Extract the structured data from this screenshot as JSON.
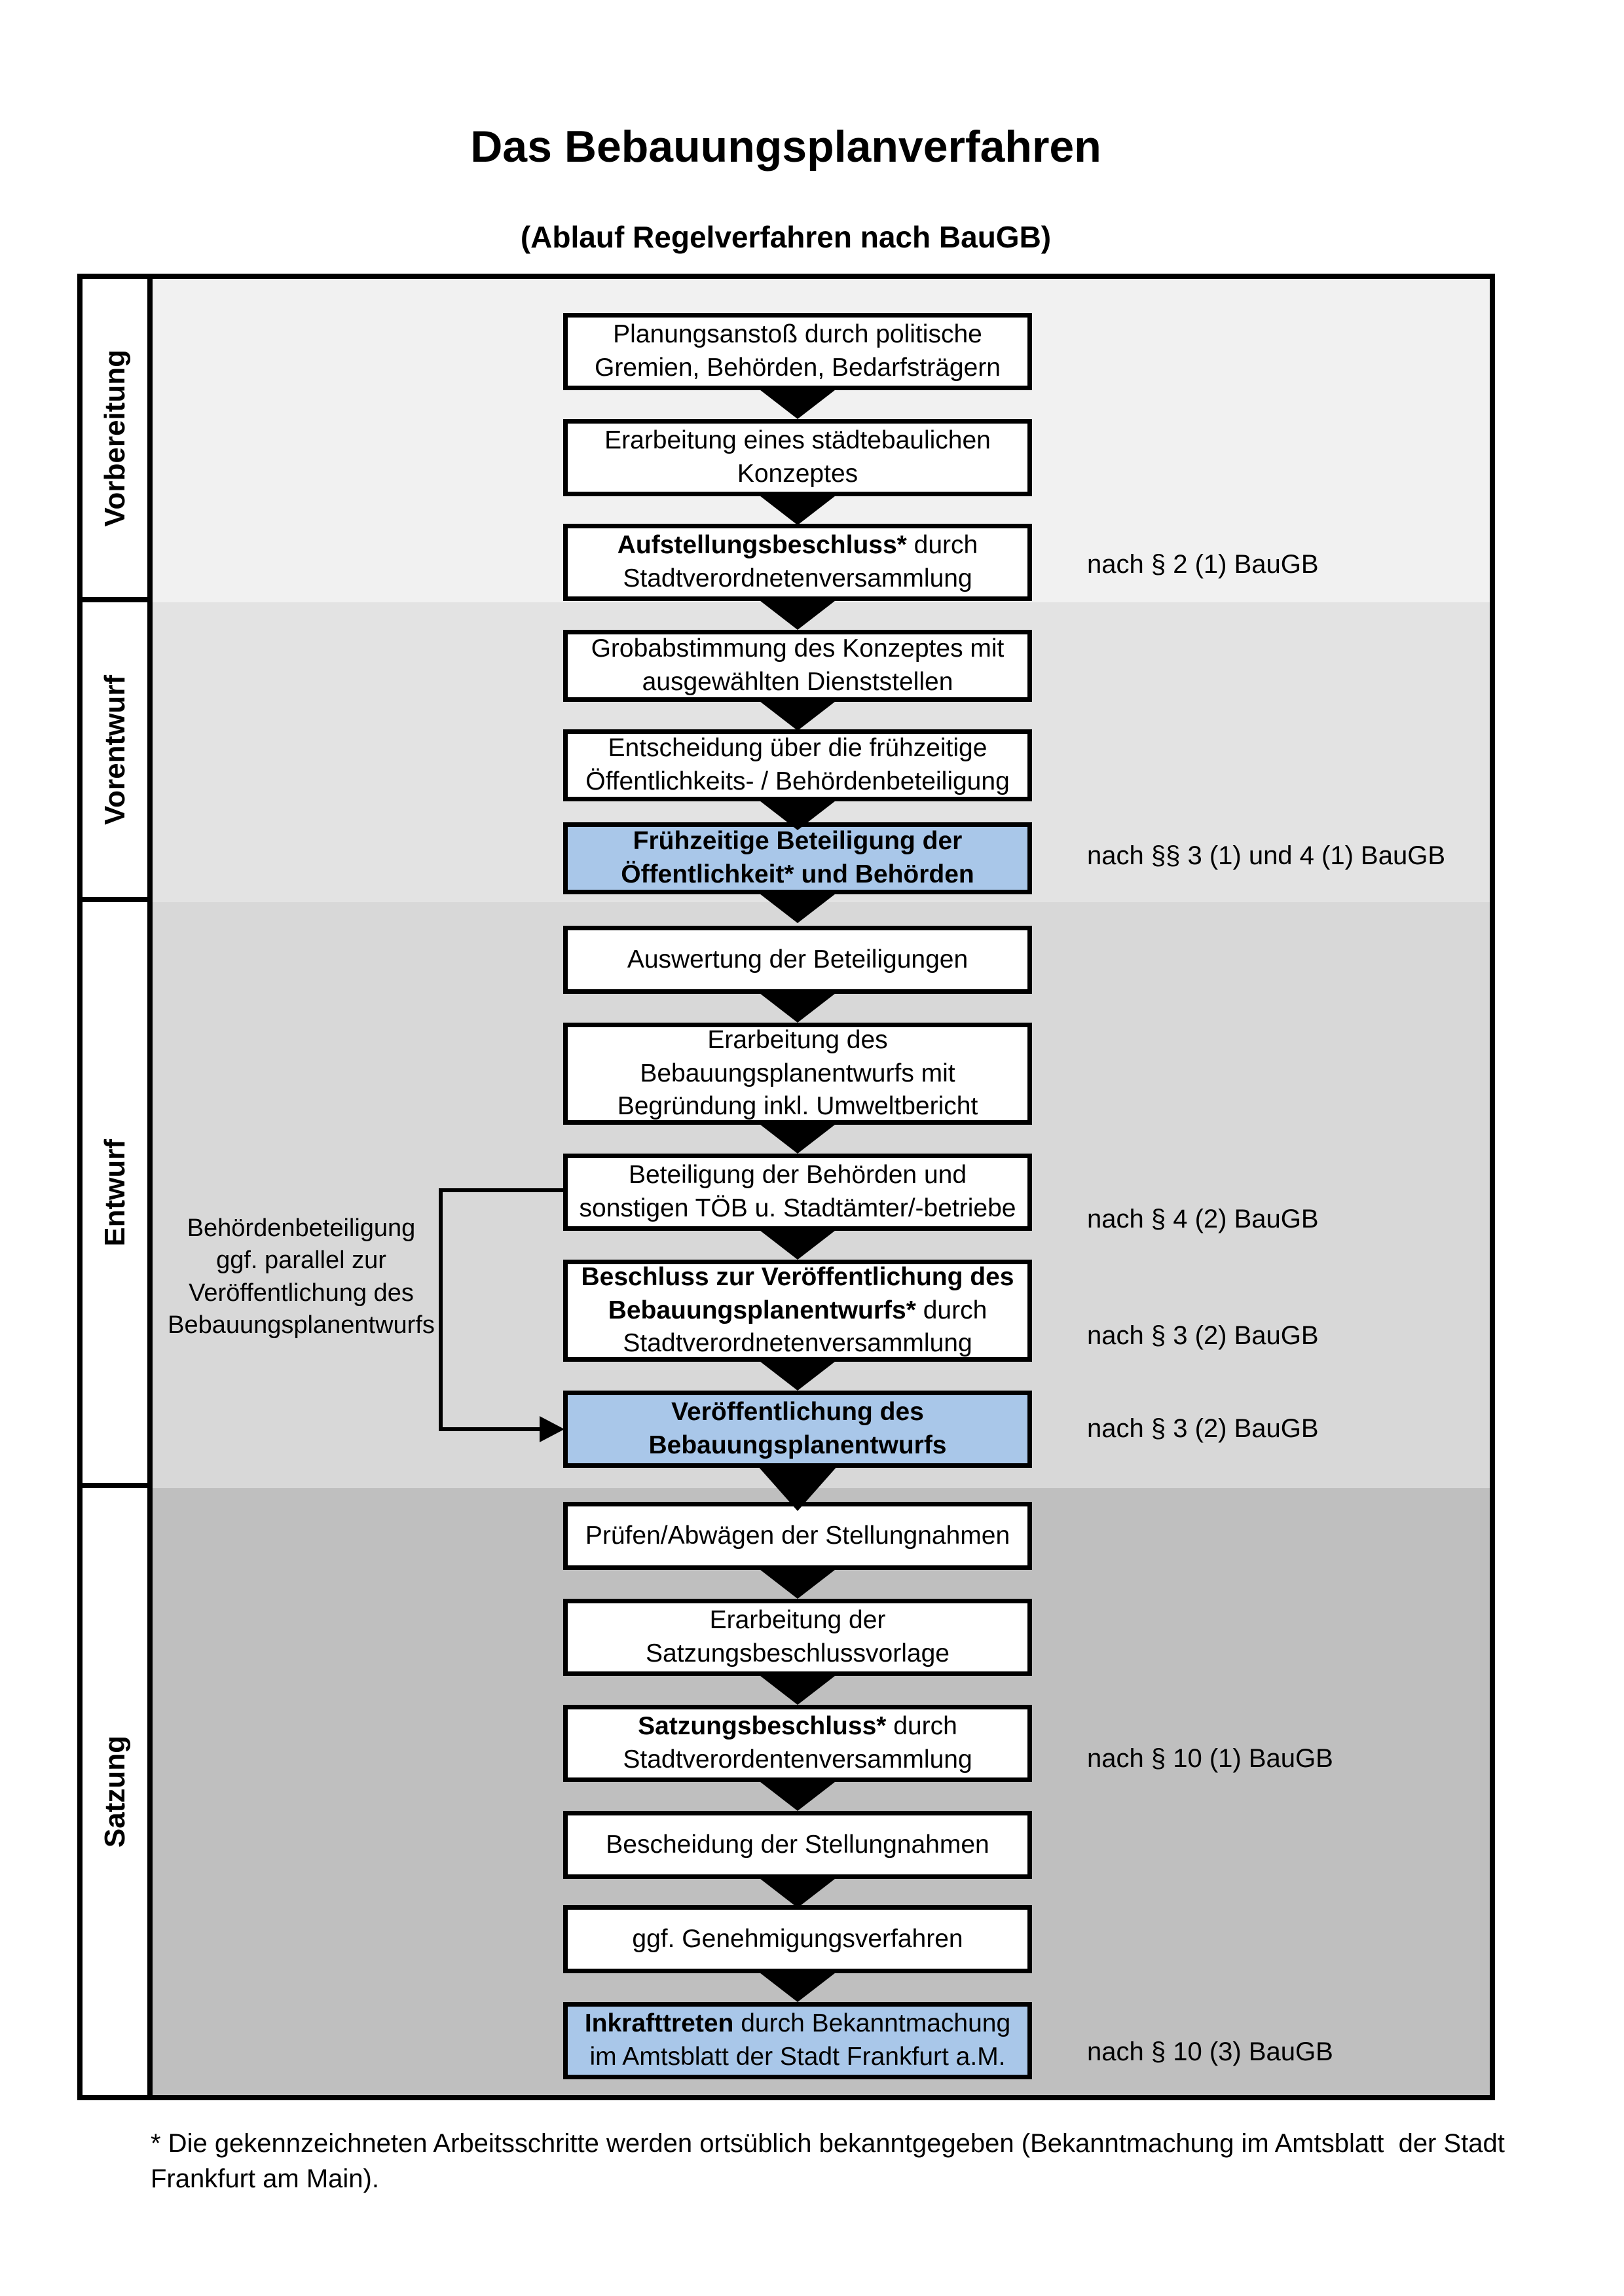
{
  "page": {
    "title": "Das Bebauungsplanverfahren",
    "subtitle": "(Ablauf Regelverfahren nach BauGB)"
  },
  "colors": {
    "section1": "#f1f1f1",
    "section2": "#e3e3e3",
    "section3": "#d8d8d8",
    "section4": "#bfbfbf",
    "highlight": "#a9c7e9",
    "box_border": "#000000"
  },
  "phases": [
    {
      "label": "Vorbereitung"
    },
    {
      "label": "Vorentwurf"
    },
    {
      "label": "Entwurf"
    },
    {
      "label": "Satzung"
    }
  ],
  "steps": [
    {
      "name": "planungsanstoss",
      "highlighted": false,
      "lines": [
        {
          "segments": [
            {
              "text": "Planungsanstoß durch politische",
              "bold": false
            }
          ]
        },
        {
          "segments": [
            {
              "text": "Gremien, Behörden, Bedarfsträgern",
              "bold": false
            }
          ]
        }
      ]
    },
    {
      "name": "staedtebauliches-konzept",
      "highlighted": false,
      "lines": [
        {
          "segments": [
            {
              "text": "Erarbeitung eines städtebaulichen",
              "bold": false
            }
          ]
        },
        {
          "segments": [
            {
              "text": "Konzeptes",
              "bold": false
            }
          ]
        }
      ]
    },
    {
      "name": "aufstellungsbeschluss",
      "highlighted": false,
      "lines": [
        {
          "segments": [
            {
              "text": "Aufstellungsbeschluss*",
              "bold": true
            },
            {
              "text": " durch",
              "bold": false
            }
          ]
        },
        {
          "segments": [
            {
              "text": "Stadtverordnetenversammlung",
              "bold": false
            }
          ]
        }
      ]
    },
    {
      "name": "grobabstimmung",
      "highlighted": false,
      "lines": [
        {
          "segments": [
            {
              "text": "Grobabstimmung des Konzeptes mit",
              "bold": false
            }
          ]
        },
        {
          "segments": [
            {
              "text": "ausgewählten Dienststellen",
              "bold": false
            }
          ]
        }
      ]
    },
    {
      "name": "entscheidung-beteiligung",
      "highlighted": false,
      "lines": [
        {
          "segments": [
            {
              "text": "Entscheidung über die frühzeitige",
              "bold": false
            }
          ]
        },
        {
          "segments": [
            {
              "text": "Öffentlichkeits- / Behördenbeteiligung",
              "bold": false
            }
          ]
        }
      ]
    },
    {
      "name": "fruehzeitige-beteiligung",
      "highlighted": true,
      "lines": [
        {
          "segments": [
            {
              "text": "Frühzeitige Beteiligung der",
              "bold": true
            }
          ]
        },
        {
          "segments": [
            {
              "text": "Öffentlichkeit* und Behörden",
              "bold": true
            }
          ]
        }
      ]
    },
    {
      "name": "auswertung-beteiligungen",
      "highlighted": false,
      "lines": [
        {
          "segments": [
            {
              "text": "Auswertung der Beteiligungen",
              "bold": false
            }
          ]
        }
      ]
    },
    {
      "name": "erarbeitung-bebauungsplanentwurf",
      "highlighted": false,
      "lines": [
        {
          "segments": [
            {
              "text": "Erarbeitung des",
              "bold": false
            }
          ]
        },
        {
          "segments": [
            {
              "text": "Bebauungsplanentwurfs mit",
              "bold": false
            }
          ]
        },
        {
          "segments": [
            {
              "text": "Begründung inkl. Umweltbericht",
              "bold": false
            }
          ]
        }
      ]
    },
    {
      "name": "beteiligung-behoerden-toeb",
      "highlighted": false,
      "lines": [
        {
          "segments": [
            {
              "text": "Beteiligung der Behörden und",
              "bold": false
            }
          ]
        },
        {
          "segments": [
            {
              "text": "sonstigen TÖB u. Stadtämter/-betriebe",
              "bold": false
            }
          ]
        }
      ]
    },
    {
      "name": "beschluss-veroeffentlichung",
      "highlighted": false,
      "lines": [
        {
          "segments": [
            {
              "text": "Beschluss zur Veröffentlichung des",
              "bold": true
            }
          ]
        },
        {
          "segments": [
            {
              "text": "Bebauungsplanentwurfs*",
              "bold": true
            },
            {
              "text": " durch",
              "bold": false
            }
          ]
        },
        {
          "segments": [
            {
              "text": "Stadtverordnetenversammlung",
              "bold": false
            }
          ]
        }
      ]
    },
    {
      "name": "veroeffentlichung-entwurf",
      "highlighted": true,
      "lines": [
        {
          "segments": [
            {
              "text": "Veröffentlichung des",
              "bold": true
            }
          ]
        },
        {
          "segments": [
            {
              "text": "Bebauungsplanentwurfs",
              "bold": true
            }
          ]
        }
      ]
    },
    {
      "name": "pruefen-abwaegen",
      "highlighted": false,
      "lines": [
        {
          "segments": [
            {
              "text": "Prüfen/Abwägen der Stellungnahmen",
              "bold": false
            }
          ]
        }
      ]
    },
    {
      "name": "satzungsbeschlussvorlage",
      "highlighted": false,
      "lines": [
        {
          "segments": [
            {
              "text": "Erarbeitung der",
              "bold": false
            }
          ]
        },
        {
          "segments": [
            {
              "text": "Satzungsbeschlussvorlage",
              "bold": false
            }
          ]
        }
      ]
    },
    {
      "name": "satzungsbeschluss",
      "highlighted": false,
      "lines": [
        {
          "segments": [
            {
              "text": "Satzungsbeschluss*",
              "bold": true
            },
            {
              "text": " durch",
              "bold": false
            }
          ]
        },
        {
          "segments": [
            {
              "text": "Stadtverordentenversammlung",
              "bold": false
            }
          ]
        }
      ]
    },
    {
      "name": "bescheidung-stellungnahmen",
      "highlighted": false,
      "lines": [
        {
          "segments": [
            {
              "text": "Bescheidung der Stellungnahmen",
              "bold": false
            }
          ]
        }
      ]
    },
    {
      "name": "genehmigungsverfahren",
      "highlighted": false,
      "lines": [
        {
          "segments": [
            {
              "text": "ggf. Genehmigungsverfahren",
              "bold": false
            }
          ]
        }
      ]
    },
    {
      "name": "inkrafttreten",
      "highlighted": true,
      "lines": [
        {
          "segments": [
            {
              "text": "Inkrafttreten",
              "bold": true
            },
            {
              "text": " durch Bekanntmachung",
              "bold": false
            }
          ]
        },
        {
          "segments": [
            {
              "text": "im Amtsblatt der Stadt Frankfurt a.M.",
              "bold": false
            }
          ]
        }
      ]
    }
  ],
  "annotations": [
    {
      "text": "nach § 2 (1) BauGB"
    },
    {
      "text": "nach §§ 3 (1) und 4 (1) BauGB"
    },
    {
      "text": "nach § 4 (2) BauGB"
    },
    {
      "text": "nach § 3 (2) BauGB"
    },
    {
      "text": "nach § 3 (2) BauGB"
    },
    {
      "text": "nach § 10 (1) BauGB"
    },
    {
      "text": "nach § 10 (3) BauGB"
    }
  ],
  "side_note": {
    "lines": [
      "Behördenbeteiligung",
      "ggf. parallel zur",
      "Veröffentlichung des",
      "Bebauungsplanentwurfs"
    ]
  },
  "footnote": "* Die gekennzeichneten Arbeitsschritte werden ortsüblich bekanntgegeben (Bekanntmachung im Amtsblatt  der Stadt\nFrankfurt am Main)."
}
